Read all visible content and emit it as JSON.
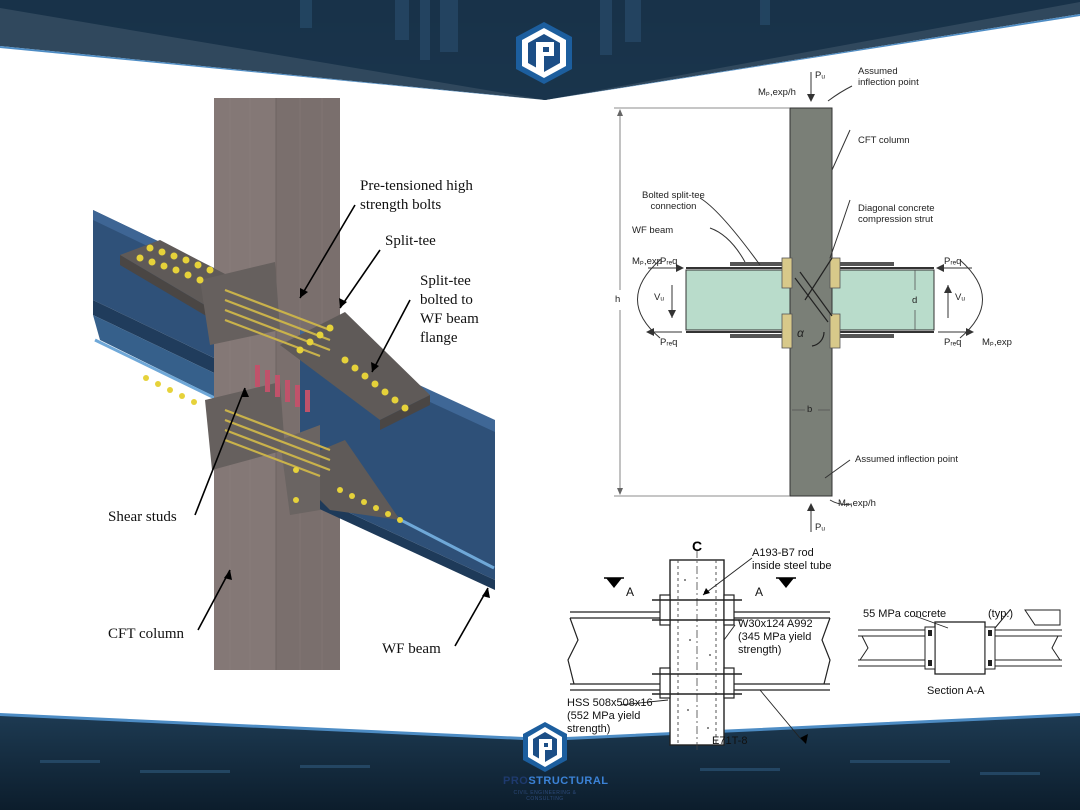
{
  "brand": {
    "name_part1": "PRO",
    "name_part2": "STRUCTURAL",
    "tagline": "CIVIL ENGINEERING & CONSULTING",
    "logo_letter": "P"
  },
  "model_3d": {
    "labels": {
      "bolts": "Pre-tensioned high\nstrength bolts",
      "split_tee": "Split-tee",
      "split_tee_bolted": "Split-tee\nbolted to\nWF beam\nflange",
      "shear_studs": "Shear studs",
      "cft_column": "CFT column",
      "wf_beam": "WF beam"
    }
  },
  "elevation": {
    "labels": {
      "pu_top": "Pᵤ",
      "mp_top": "Mₚ,exp/h",
      "inflection_top": "Assumed\ninflection point",
      "cft_column": "CFT column",
      "split_tee": "Bolted split-tee\nconnection",
      "strut": "Diagonal concrete\ncompression strut",
      "wf_beam": "WF beam",
      "mp_left": "Mₚ,exp",
      "preq_left_top": "Pᵣₑq",
      "vu_left": "Vᵤ",
      "preq_left_bot": "Pᵣₑq",
      "preq_right_top": "Pᵣₑq",
      "vu_right": "Vᵤ",
      "d": "d",
      "preq_right_bot": "Pᵣₑq",
      "mp_right": "Mₚ,exp",
      "alpha": "α",
      "b": "b",
      "h": "h",
      "inflection_bot": "Assumed inflection point",
      "mp_bot": "Mₚ,exp/h",
      "pu_bot": "Pᵤ"
    }
  },
  "detail": {
    "labels": {
      "cl": "C",
      "rod": "A193-B7 rod\ninside steel tube",
      "section_a_left": "A",
      "section_a_right": "A",
      "beam": "W30x124 A992\n(345 MPa yield\nstrength)",
      "hss": "HSS 508x508x16\n(552 MPa yield\nstrength)",
      "weld": "E71T-8"
    }
  },
  "section": {
    "labels": {
      "concrete": "55 MPa concrete",
      "typ": "(typ.)",
      "title": "Section A-A"
    }
  }
}
